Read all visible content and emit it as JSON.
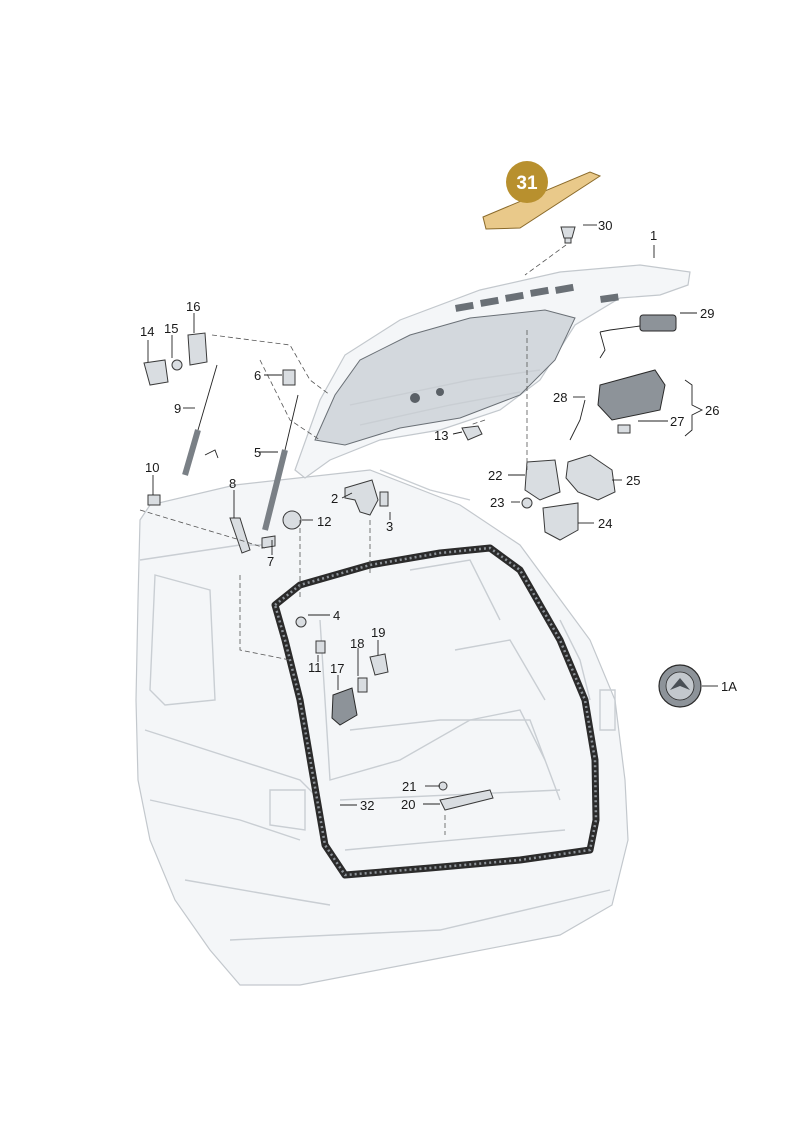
{
  "callouts": {
    "c1": "1",
    "c1a": "1A",
    "c2": "2",
    "c3": "3",
    "c4": "4",
    "c5": "5",
    "c6": "6",
    "c7": "7",
    "c8": "8",
    "c9": "9",
    "c10": "10",
    "c11": "11",
    "c12": "12",
    "c13": "13",
    "c14": "14",
    "c15": "15",
    "c16": "16",
    "c17": "17",
    "c18": "18",
    "c19": "19",
    "c20": "20",
    "c21": "21",
    "c22": "22",
    "c23": "23",
    "c24": "24",
    "c25": "25",
    "c26": "26",
    "c27": "27",
    "c28": "28",
    "c29": "29",
    "c30": "30",
    "c31": "31",
    "c32": "32"
  },
  "colors": {
    "highlight_badge": "#b8902e",
    "highlight_part": "#e9c98a",
    "line": "#222222",
    "car_outline": "#c9ced3"
  }
}
